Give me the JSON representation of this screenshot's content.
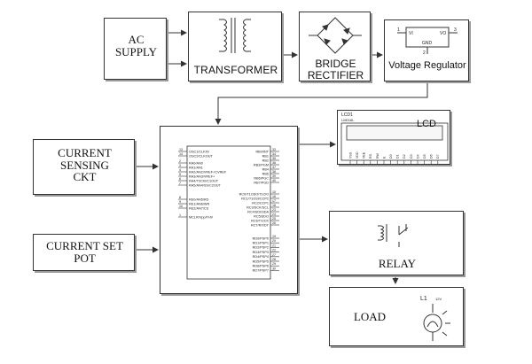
{
  "blocks": {
    "ac_supply": "AC\nSUPPLY",
    "transformer": "TRANSFORMER",
    "bridge_rectifier": "BRIDGE\nRECTIFIER",
    "voltage_regulator": "Voltage Regulator",
    "current_sensing": "CURRENT\nSENSING\nCKT",
    "current_set_pot": "CURRENT SET\nPOT",
    "relay": "RELAY",
    "load": "LOAD",
    "lcd": "LCD"
  },
  "lcd_part": {
    "ref": "LCD1",
    "model": "LM016L"
  },
  "regulator_pins": {
    "vi": "VI",
    "vo": "VO",
    "gnd": "GND",
    "p1": "1",
    "p2": "2",
    "p3": "3"
  },
  "lamp": {
    "ref": "L1",
    "rating": "12V"
  },
  "mcu_left_pins": [
    {
      "num": "13",
      "name": "OSC1/CLKIN"
    },
    {
      "num": "14",
      "name": "OSC2/CLKOUT"
    },
    {
      "num": "2",
      "name": "RA0/AN0"
    },
    {
      "num": "3",
      "name": "RA1/AN1"
    },
    {
      "num": "4",
      "name": "RA2/AN2/VREF-/CVREF"
    },
    {
      "num": "5",
      "name": "RA3/AN3/VREF+"
    },
    {
      "num": "6",
      "name": "RA4/T0CKI/C1OUT"
    },
    {
      "num": "7",
      "name": "RA5/AN4/SS/C2OUT"
    },
    {
      "num": "8",
      "name": "RE0/AN5/RD"
    },
    {
      "num": "9",
      "name": "RE1/AN6/WR"
    },
    {
      "num": "10",
      "name": "RE2/AN7/CS"
    },
    {
      "num": "1",
      "name": "MCLR/Vpp/THV"
    }
  ],
  "mcu_right_pins": [
    {
      "num": "33",
      "name": "RB0/INT"
    },
    {
      "num": "34",
      "name": "RB1"
    },
    {
      "num": "35",
      "name": "RB2"
    },
    {
      "num": "36",
      "name": "RB3/PGM"
    },
    {
      "num": "37",
      "name": "RB4"
    },
    {
      "num": "38",
      "name": "RB5"
    },
    {
      "num": "39",
      "name": "RB6/PGC"
    },
    {
      "num": "40",
      "name": "RB7/PGD"
    },
    {
      "num": "15",
      "name": "RC0/T1OSO/T1CKI"
    },
    {
      "num": "16",
      "name": "RC1/T1OSI/CCP2"
    },
    {
      "num": "17",
      "name": "RC2/CCP1"
    },
    {
      "num": "18",
      "name": "RC3/SCK/SCL"
    },
    {
      "num": "23",
      "name": "RC4/SDI/SDA"
    },
    {
      "num": "24",
      "name": "RC5/SDO"
    },
    {
      "num": "25",
      "name": "RC6/TX/CK"
    },
    {
      "num": "26",
      "name": "RC7/RX/DT"
    },
    {
      "num": "19",
      "name": "RD0/PSP0"
    },
    {
      "num": "20",
      "name": "RD1/PSP1"
    },
    {
      "num": "21",
      "name": "RD2/PSP2"
    },
    {
      "num": "22",
      "name": "RD3/PSP3"
    },
    {
      "num": "27",
      "name": "RD4/PSP4"
    },
    {
      "num": "28",
      "name": "RD5/PSP5"
    },
    {
      "num": "29",
      "name": "RD6/PSP6"
    },
    {
      "num": "30",
      "name": "RD7/PSP7"
    }
  ],
  "lcd_pins": [
    "VSS",
    "VDD",
    "VEE",
    "RS",
    "RW",
    "E",
    "D0",
    "D1",
    "D2",
    "D3",
    "D4",
    "D5",
    "D6",
    "D7"
  ]
}
